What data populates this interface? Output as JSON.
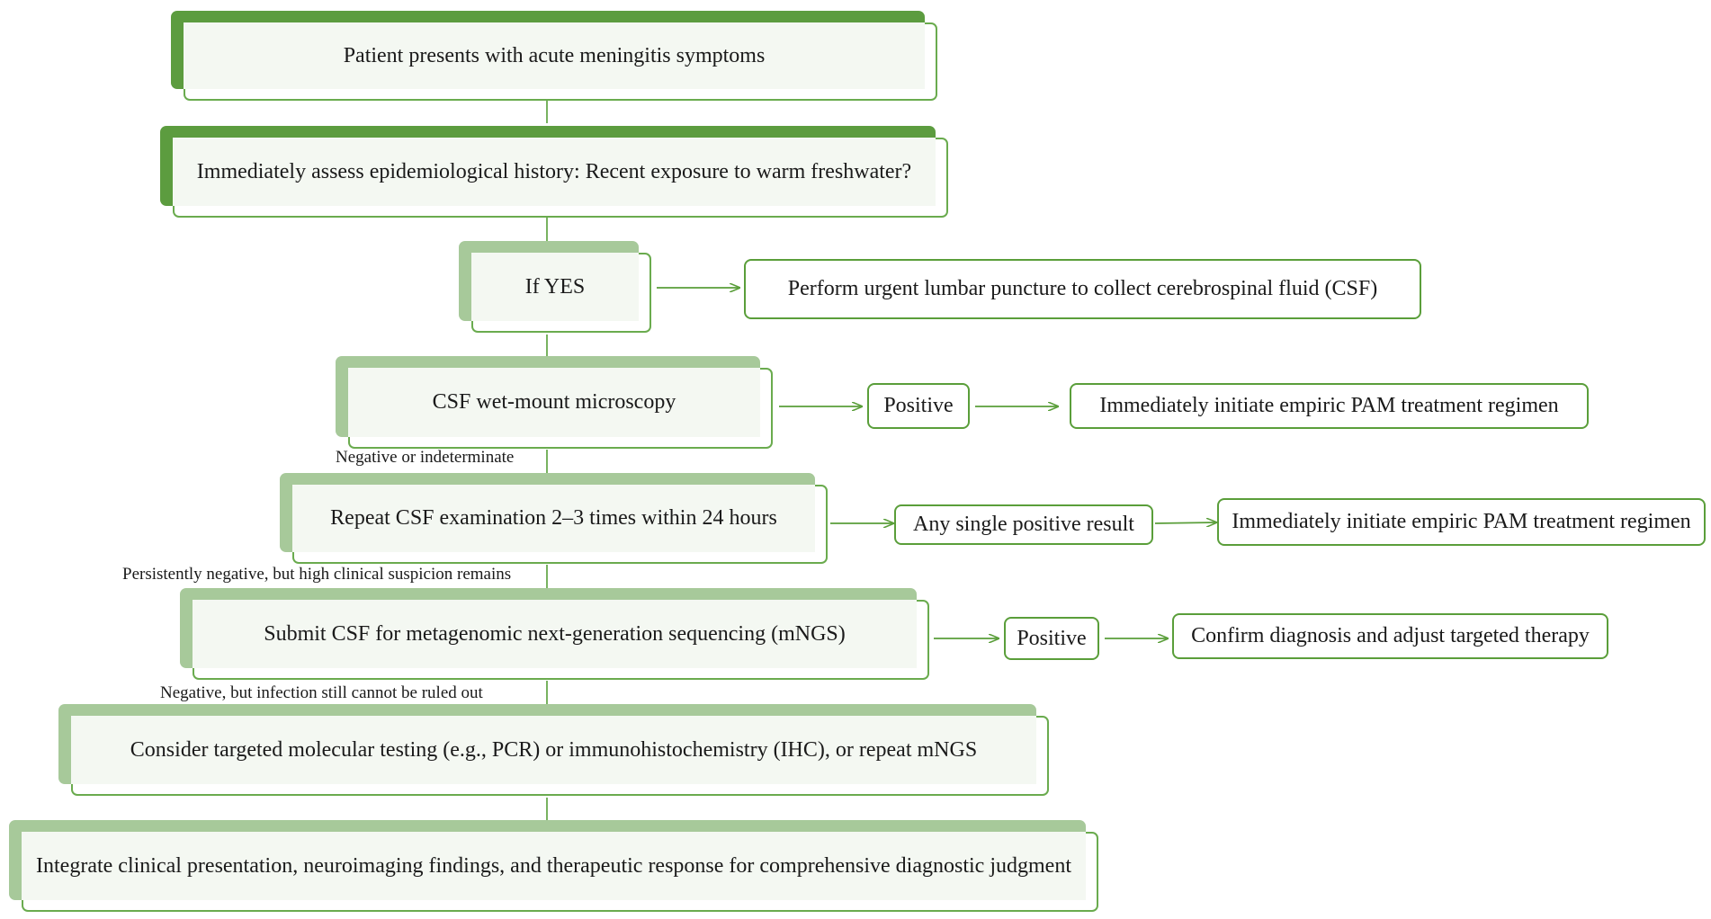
{
  "colors": {
    "shadow_dark": "#5c9c3f",
    "shadow_light": "#a7c99a",
    "border": "#6aab4e",
    "connector": "#5a9e3a"
  },
  "main_flow": [
    "Patient presents with acute meningitis symptoms",
    "Immediately assess epidemiological history: Recent exposure to warm freshwater?",
    "If YES",
    "CSF wet-mount microscopy",
    "Repeat CSF examination 2–3 times within 24 hours",
    "Submit CSF for metagenomic next-generation sequencing (mNGS)",
    "Consider targeted molecular testing (e.g., PCR) or immunohistochemistry (IHC), or repeat mNGS",
    "Integrate clinical presentation, neuroimaging findings, and therapeutic response for comprehensive diagnostic judgment"
  ],
  "edge_labels": {
    "microscopy_negative": "Negative or indeterminate",
    "repeat_negative": "Persistently negative, but high clinical suspicion remains",
    "mngs_negative": "Negative, but infection still cannot be ruled out"
  },
  "side": {
    "lumbar_puncture": "Perform urgent lumbar puncture to collect cerebrospinal fluid (CSF)",
    "microscopy_result": "Positive",
    "microscopy_action": "Immediately initiate empiric PAM treatment regimen",
    "repeat_result": "Any single positive result",
    "repeat_action": "Immediately initiate empiric PAM treatment regimen",
    "mngs_result": "Positive",
    "mngs_action": "Confirm diagnosis and adjust targeted therapy"
  }
}
